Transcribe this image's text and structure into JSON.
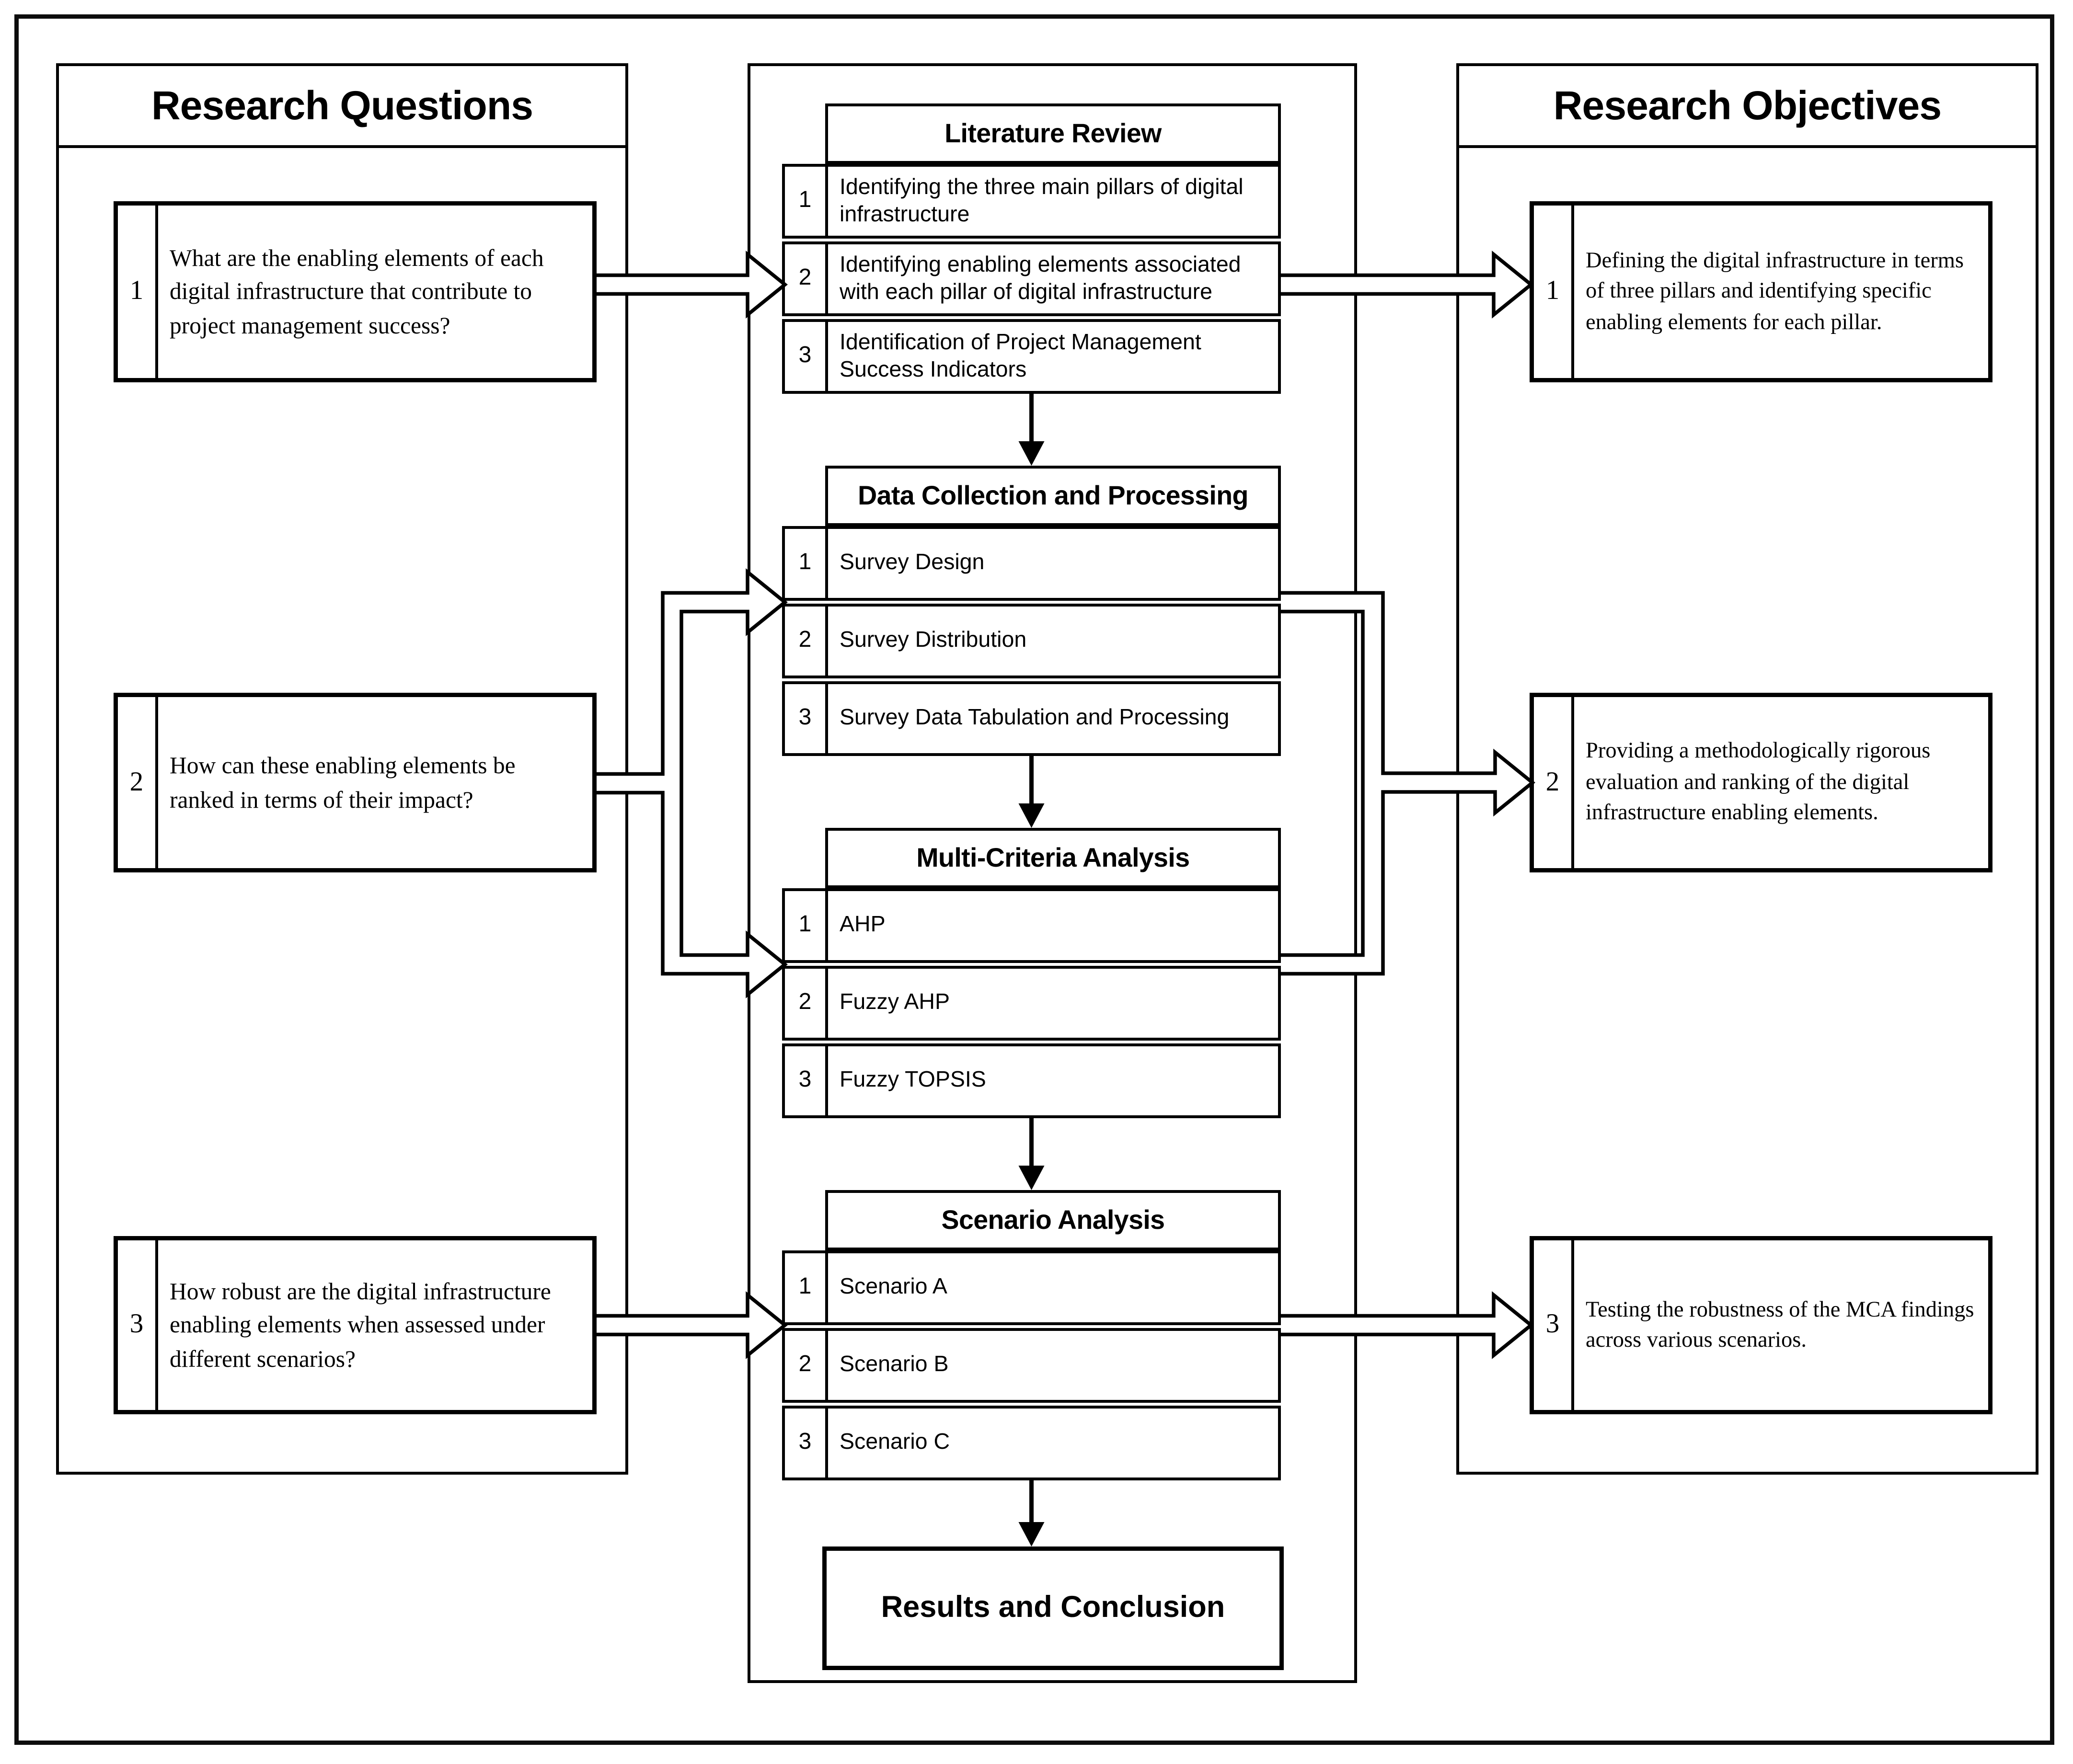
{
  "diagram": {
    "left": {
      "title": "Research Questions",
      "items": [
        {
          "num": "1",
          "text": "What are the enabling elements of each digital infrastructure that contribute to project management success?"
        },
        {
          "num": "2",
          "text": "How can these enabling elements be ranked in terms of their impact?"
        },
        {
          "num": "3",
          "text": "How robust are the digital infrastructure enabling elements when assessed under different scenarios?"
        }
      ]
    },
    "center": {
      "sections": [
        {
          "title": "Literature Review",
          "items": [
            {
              "num": "1",
              "text": "Identifying the three main pillars of digital infrastructure"
            },
            {
              "num": "2",
              "text": "Identifying enabling elements associated with each pillar of digital infrastructure"
            },
            {
              "num": "3",
              "text": "Identification of Project Management Success Indicators"
            }
          ]
        },
        {
          "title": "Data Collection and Processing",
          "items": [
            {
              "num": "1",
              "text": "Survey Design"
            },
            {
              "num": "2",
              "text": "Survey Distribution"
            },
            {
              "num": "3",
              "text": "Survey Data Tabulation and Processing"
            }
          ]
        },
        {
          "title": "Multi-Criteria Analysis",
          "items": [
            {
              "num": "1",
              "text": "AHP"
            },
            {
              "num": "2",
              "text": "Fuzzy AHP"
            },
            {
              "num": "3",
              "text": "Fuzzy TOPSIS"
            }
          ]
        },
        {
          "title": "Scenario Analysis",
          "items": [
            {
              "num": "1",
              "text": "Scenario A"
            },
            {
              "num": "2",
              "text": "Scenario B"
            },
            {
              "num": "3",
              "text": "Scenario C"
            }
          ]
        }
      ],
      "final": "Results and Conclusion"
    },
    "right": {
      "title": "Research Objectives",
      "items": [
        {
          "num": "1",
          "text": "Defining the digital infrastructure in terms of three pillars and identifying specific enabling elements for each pillar."
        },
        {
          "num": "2",
          "text": "Providing a methodologically rigorous evaluation and ranking of the digital infrastructure enabling elements."
        },
        {
          "num": "3",
          "text": "Testing the robustness of the MCA findings across various scenarios."
        }
      ]
    },
    "colors": {
      "line": "#000000",
      "background": "#ffffff"
    }
  }
}
